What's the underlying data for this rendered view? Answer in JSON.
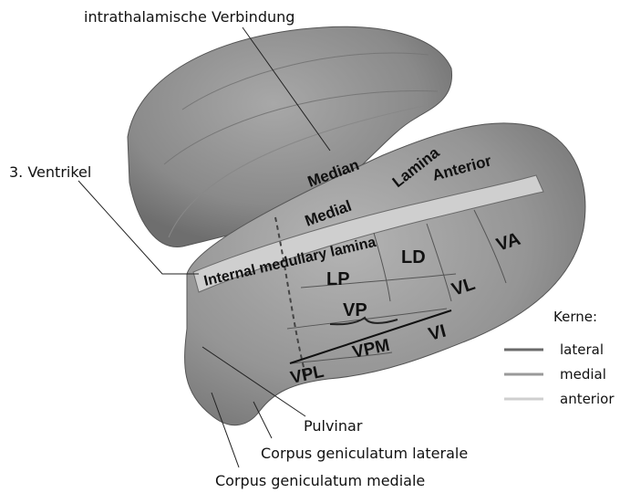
{
  "labels": {
    "intrathalamic": "intrathalamische Verbindung",
    "ventricle": "3. Ventrikel",
    "pulvinar": "Pulvinar",
    "cgl": "Corpus geniculatum laterale",
    "cgm": "Corpus geniculatum mediale"
  },
  "nuclei": {
    "median": "Median",
    "medial": "Medial",
    "lamina": "Lamina",
    "anterior": "Anterior",
    "internal_lamina": "Internal medullary lamina",
    "lp": "LP",
    "ld": "LD",
    "va": "VA",
    "vl": "VL",
    "vp": "VP",
    "vi": "VI",
    "vpl": "VPL",
    "vpm": "VPM"
  },
  "legend": {
    "title": "Kerne:",
    "items": [
      {
        "label": "lateral",
        "color": "#6a6a6a"
      },
      {
        "label": "medial",
        "color": "#9a9a9a"
      },
      {
        "label": "anterior",
        "color": "#cfcfcf"
      }
    ]
  }
}
